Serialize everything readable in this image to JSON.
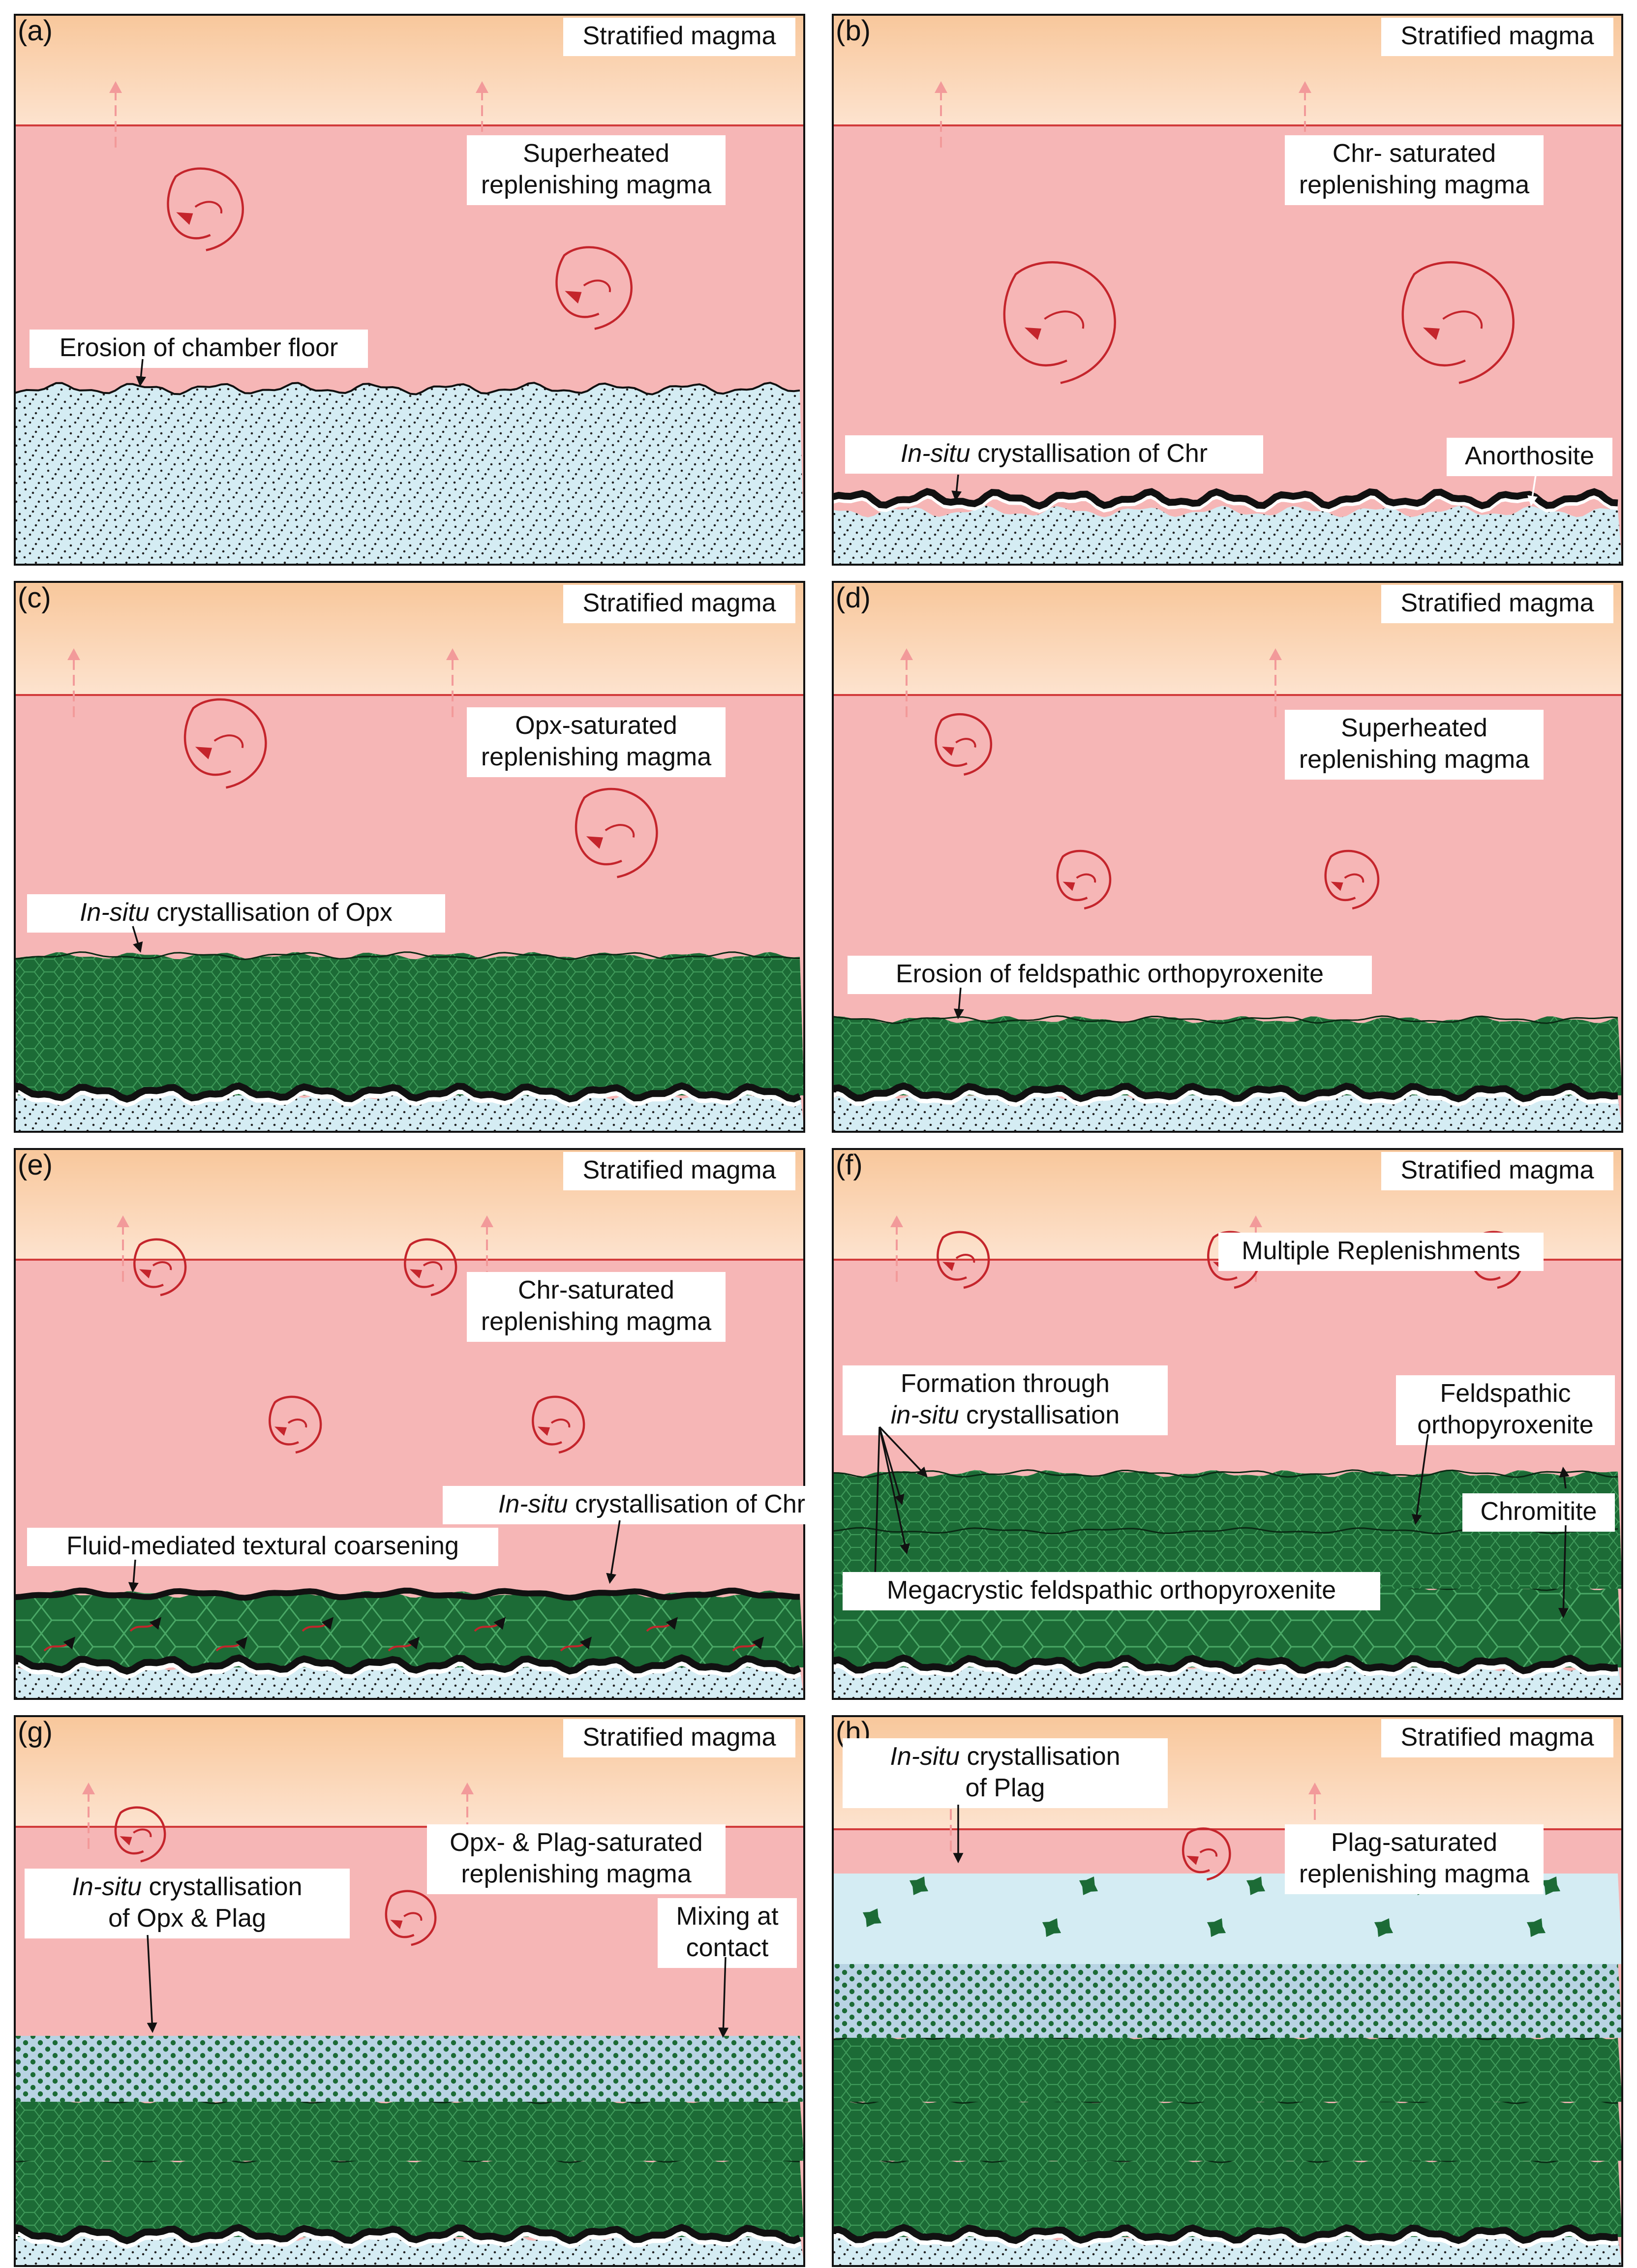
{
  "colors": {
    "magma_pink": "#f6b6b6",
    "stratified_top": "#f8c79b",
    "stratified_bottom": "#fde3cf",
    "interface_line": "#d23a3a",
    "arrow_red": "#c4252c",
    "upflow_arrow": "#f29a9a",
    "floor_blue": "#d4ecf3",
    "plag_blue": "#b8d3e3",
    "opx_green": "#1c6b36",
    "opx_green_dark": "#0f4a24",
    "chromitite": "#111111"
  },
  "panels": [
    {
      "id": "a",
      "label": "(a)",
      "stratified": "Stratified magma",
      "magma": [
        "Superheated",
        "replenishing magma"
      ],
      "annotations": [
        {
          "lines": [
            "Erosion of chamber floor"
          ]
        }
      ]
    },
    {
      "id": "b",
      "label": "(b)",
      "stratified": "Stratified magma",
      "magma": [
        "Chr- saturated",
        "replenishing magma"
      ],
      "annotations": [
        {
          "lines": [
            "In-situ crystallisation of Chr"
          ]
        },
        {
          "lines": [
            "Anorthosite"
          ]
        }
      ]
    },
    {
      "id": "c",
      "label": "(c)",
      "stratified": "Stratified magma",
      "magma": [
        "Opx-saturated",
        "replenishing magma"
      ],
      "annotations": [
        {
          "lines": [
            "In-situ crystallisation of Opx"
          ]
        }
      ]
    },
    {
      "id": "d",
      "label": "(d)",
      "stratified": "Stratified magma",
      "magma": [
        "Superheated",
        "replenishing magma"
      ],
      "annotations": [
        {
          "lines": [
            "Erosion of feldspathic orthopyroxenite"
          ]
        }
      ]
    },
    {
      "id": "e",
      "label": "(e)",
      "stratified": "Stratified magma",
      "magma": [
        "Chr-saturated",
        "replenishing magma"
      ],
      "annotations": [
        {
          "lines": [
            "In-situ crystallisation of Chr"
          ]
        },
        {
          "lines": [
            "Fluid-mediated textural coarsening"
          ]
        }
      ]
    },
    {
      "id": "f",
      "label": "(f)",
      "stratified": "Stratified magma",
      "magma": [
        "Multiple Replenishments"
      ],
      "annotations": [
        {
          "lines": [
            "Formation through",
            "in-situ crystallisation"
          ]
        },
        {
          "lines": [
            "Feldspathic",
            "orthopyroxenite"
          ]
        },
        {
          "lines": [
            "Chromitite"
          ]
        },
        {
          "lines": [
            "Megacrystic feldspathic orthopyroxenite"
          ]
        }
      ]
    },
    {
      "id": "g",
      "label": "(g)",
      "stratified": "Stratified magma",
      "magma": [
        "Opx- & Plag-saturated",
        "replenishing magma"
      ],
      "annotations": [
        {
          "lines": [
            "In-situ crystallisation",
            "of Opx & Plag"
          ]
        },
        {
          "lines": [
            "Mixing at",
            "contact"
          ]
        }
      ]
    },
    {
      "id": "h",
      "label": "(h)",
      "stratified": "Stratified magma",
      "magma": [
        "Plag-saturated",
        "replenishing magma"
      ],
      "annotations": [
        {
          "lines": [
            "In-situ crystallisation",
            "of Plag"
          ]
        }
      ]
    }
  ]
}
